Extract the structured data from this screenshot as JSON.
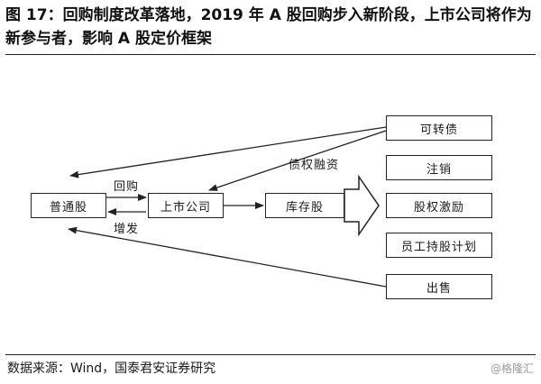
{
  "figure": {
    "title": "图 17：回购制度改革落地，2019 年 A 股回购步入新阶段，上市公司将作为新参与者，影响 A 股定价框架",
    "source": "数据来源：Wind，国泰君安证券研究",
    "watermark": "@格隆汇"
  },
  "diagram": {
    "nodes": {
      "common_stock": "普通股",
      "listed_company": "上市公司",
      "treasury_stock": "库存股",
      "convertible_bond": "可转债",
      "cancellation": "注销",
      "equity_incentive": "股权激励",
      "esop": "员工持股计划",
      "sale": "出售"
    },
    "edges": {
      "buyback": "回购",
      "additional_issue": "增发",
      "debt_equity_financing": "债权融资"
    }
  }
}
